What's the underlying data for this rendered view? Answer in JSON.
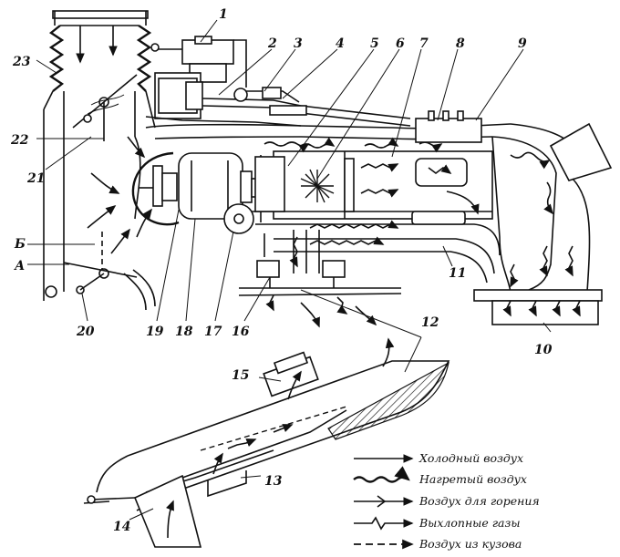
{
  "callouts": [
    {
      "id": "c1",
      "text": "1"
    },
    {
      "id": "c2",
      "text": "2"
    },
    {
      "id": "c3",
      "text": "3"
    },
    {
      "id": "c4",
      "text": "4"
    },
    {
      "id": "c5",
      "text": "5"
    },
    {
      "id": "c6",
      "text": "6"
    },
    {
      "id": "c7",
      "text": "7"
    },
    {
      "id": "c8",
      "text": "8"
    },
    {
      "id": "c9",
      "text": "9"
    },
    {
      "id": "c10",
      "text": "10"
    },
    {
      "id": "c11",
      "text": "11"
    },
    {
      "id": "c12",
      "text": "12"
    },
    {
      "id": "c13",
      "text": "13"
    },
    {
      "id": "c14",
      "text": "14"
    },
    {
      "id": "c15",
      "text": "15"
    },
    {
      "id": "c16",
      "text": "16"
    },
    {
      "id": "c17",
      "text": "17"
    },
    {
      "id": "c18",
      "text": "18"
    },
    {
      "id": "c19",
      "text": "19"
    },
    {
      "id": "c20",
      "text": "20"
    },
    {
      "id": "c21",
      "text": "21"
    },
    {
      "id": "c22",
      "text": "22"
    },
    {
      "id": "c23",
      "text": "23"
    },
    {
      "id": "cB",
      "text": "Б"
    },
    {
      "id": "cA",
      "text": "А"
    }
  ],
  "legend": {
    "cold_air": "Холодный воздух",
    "heated_air": "Нагретый воздух",
    "combustion_air": "Воздух для горения",
    "exhaust": "Выхлопные газы",
    "cabin_air": "Воздух из кузова"
  },
  "colors": {
    "ink": "#111111",
    "paper": "#ffffff"
  }
}
